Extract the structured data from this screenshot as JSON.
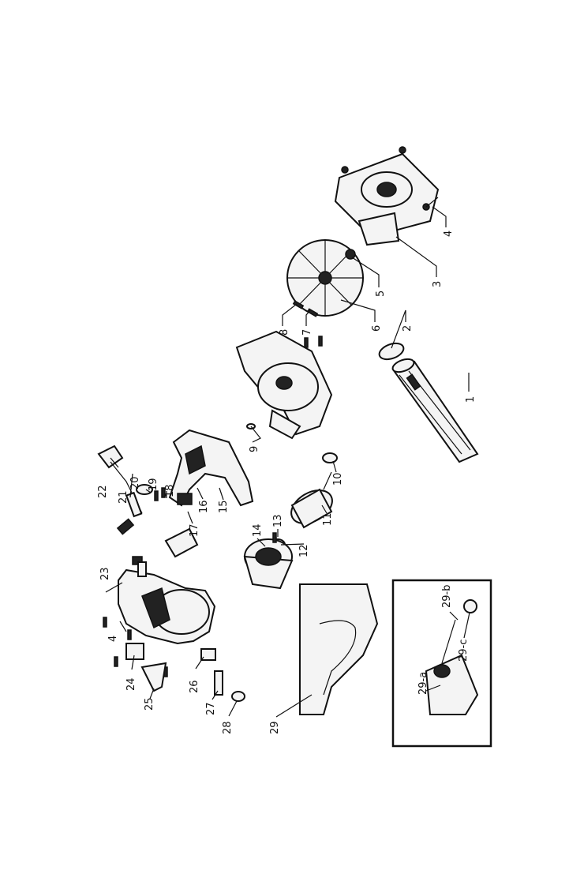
{
  "diagram": {
    "labels": {
      "p1": "1",
      "p2": "2",
      "p3": "3",
      "p4": "4",
      "p5": "5",
      "p6": "6",
      "p7": "7",
      "p8": "8",
      "p9": "9",
      "p10": "10",
      "p11": "11",
      "p12": "12",
      "p13": "13",
      "p14": "14",
      "p15": "15",
      "p16": "16",
      "p17": "17",
      "p18": "18",
      "p19": "19",
      "p20": "20",
      "p21": "21",
      "p22": "22",
      "p23": "23",
      "p4b": "4",
      "p24": "24",
      "p25": "25",
      "p26": "26",
      "p27": "27",
      "p28": "28",
      "p29": "29",
      "p29a": "29-a",
      "p29b": "29-b",
      "p29c": "29-c"
    }
  }
}
